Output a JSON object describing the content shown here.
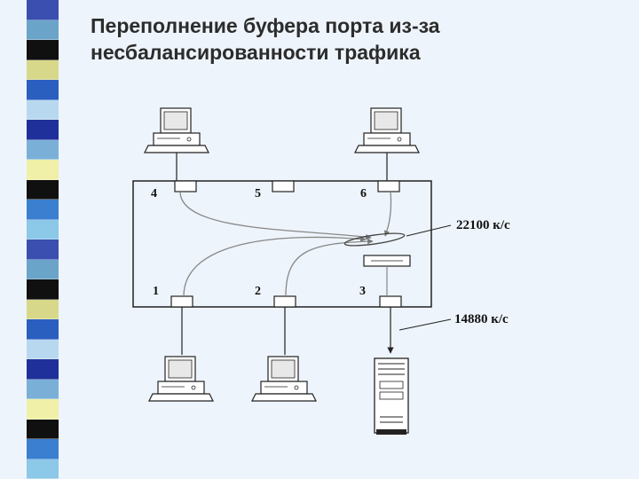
{
  "slide": {
    "title_line1": "Переполнение буфера порта из-за",
    "title_line2": "несбалансированности трафика"
  },
  "diagram": {
    "ports": {
      "p1": "1",
      "p2": "2",
      "p3": "3",
      "p4": "4",
      "p5": "5",
      "p6": "6"
    },
    "rate_in": "22100 к/с",
    "rate_out": "14880 к/с"
  },
  "colors": {
    "background": "#eef4fb",
    "stripes": [
      "#3a4fb0",
      "#6aa4c8",
      "#101010",
      "#d8d88a",
      "#2a5fc0",
      "#b8d8f0",
      "#20309a",
      "#7ab0d8",
      "#f0f0a8",
      "#101010",
      "#3a7fd0",
      "#8cc8e8"
    ]
  }
}
